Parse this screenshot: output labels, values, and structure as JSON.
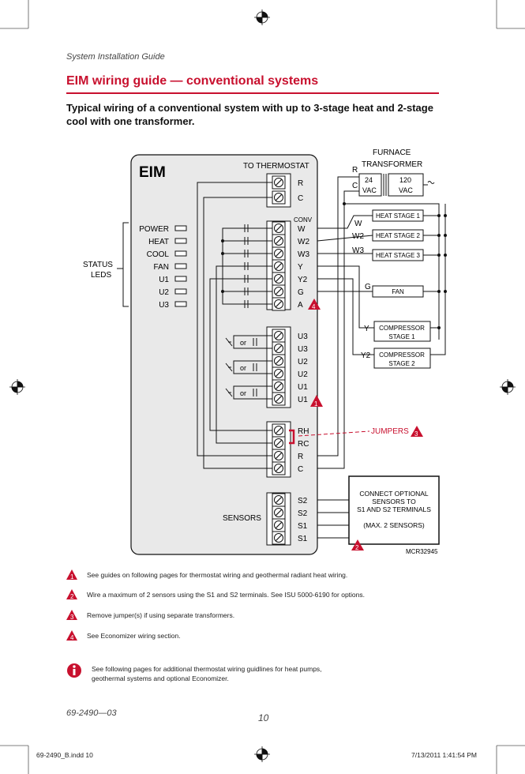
{
  "header": {
    "guide_label": "System  Installation  Guide"
  },
  "title": "EIM wiring guide — conventional systems",
  "intro": "Typical wiring of a conventional system with up to 3-stage heat and 2-stage cool with one transformer.",
  "diagram": {
    "eim_label": "EIM",
    "to_thermostat": "TO THERMOSTAT",
    "top_terminals": [
      "R",
      "C"
    ],
    "conv_label": "CONV",
    "conv_terminals": [
      "W",
      "W2",
      "W3",
      "Y",
      "Y2",
      "G",
      "A"
    ],
    "u_terminals": [
      "U3",
      "U3",
      "U2",
      "U2",
      "U1",
      "U1"
    ],
    "r_terminals": [
      "RH",
      "RC",
      "R",
      "C"
    ],
    "sensor_terminals": [
      "S2",
      "S2",
      "S1",
      "S1"
    ],
    "sensors_label": "SENSORS",
    "status_leds_label_1": "STATUS",
    "status_leds_label_2": "LEDS",
    "leds": [
      "POWER",
      "HEAT",
      "COOL",
      "FAN",
      "U1",
      "U2",
      "U3"
    ],
    "or_labels": [
      "or",
      "or",
      "or"
    ],
    "furnace_1": "FURNACE",
    "furnace_2": "TRANSFORMER",
    "xfmr_24_1": "24",
    "xfmr_24_2": "VAC",
    "xfmr_120_1": "120",
    "xfmr_120_2": "VAC",
    "xfmr_r": "R",
    "xfmr_c": "C",
    "wire_w": "W",
    "wire_w2": "W2",
    "wire_w3": "W3",
    "wire_g": "G",
    "wire_y": "Y",
    "wire_y2": "Y2",
    "heat_stage_1": "HEAT STAGE 1",
    "heat_stage_2": "HEAT STAGE 2",
    "heat_stage_3": "HEAT STAGE 3",
    "fan": "FAN",
    "comp1_1": "COMPRESSOR",
    "comp1_2": "STAGE 1",
    "comp2_1": "COMPRESSOR",
    "comp2_2": "STAGE 2",
    "jumpers": "JUMPERS",
    "sensor_box": [
      "CONNECT OPTIONAL",
      "SENSORS TO",
      "S1 AND S2 TERMINALS",
      "",
      "(MAX. 2 SENSORS)"
    ],
    "mcr": "MCR32945",
    "callout_1": "1",
    "callout_2": "2",
    "callout_3": "3",
    "callout_4": "4"
  },
  "notes": [
    {
      "num": "1",
      "text": "See guides on following pages for thermostat wiring and geothermal radiant heat wiring."
    },
    {
      "num": "2",
      "text": "Wire a maximum of 2 sensors using the S1 and S2 terminals. See ISU 5000-6190 for options."
    },
    {
      "num": "3",
      "text": "Remove jumper(s) if using separate transformers."
    },
    {
      "num": "4",
      "text": "See Economizer wiring section."
    }
  ],
  "info_note": {
    "line1": "See following pages for additional thermostat wiring guidlines for heat pumps,",
    "line2": "geothermal systems and optional Economizer."
  },
  "footer": {
    "doc_number": "69-2490—03",
    "page_number": "10"
  },
  "slug": {
    "file": "69-2490_B.indd   10",
    "date": "7/13/2011   1:41:54 PM"
  },
  "colors": {
    "accent": "#c8102e",
    "line": "#1a1a1a"
  }
}
